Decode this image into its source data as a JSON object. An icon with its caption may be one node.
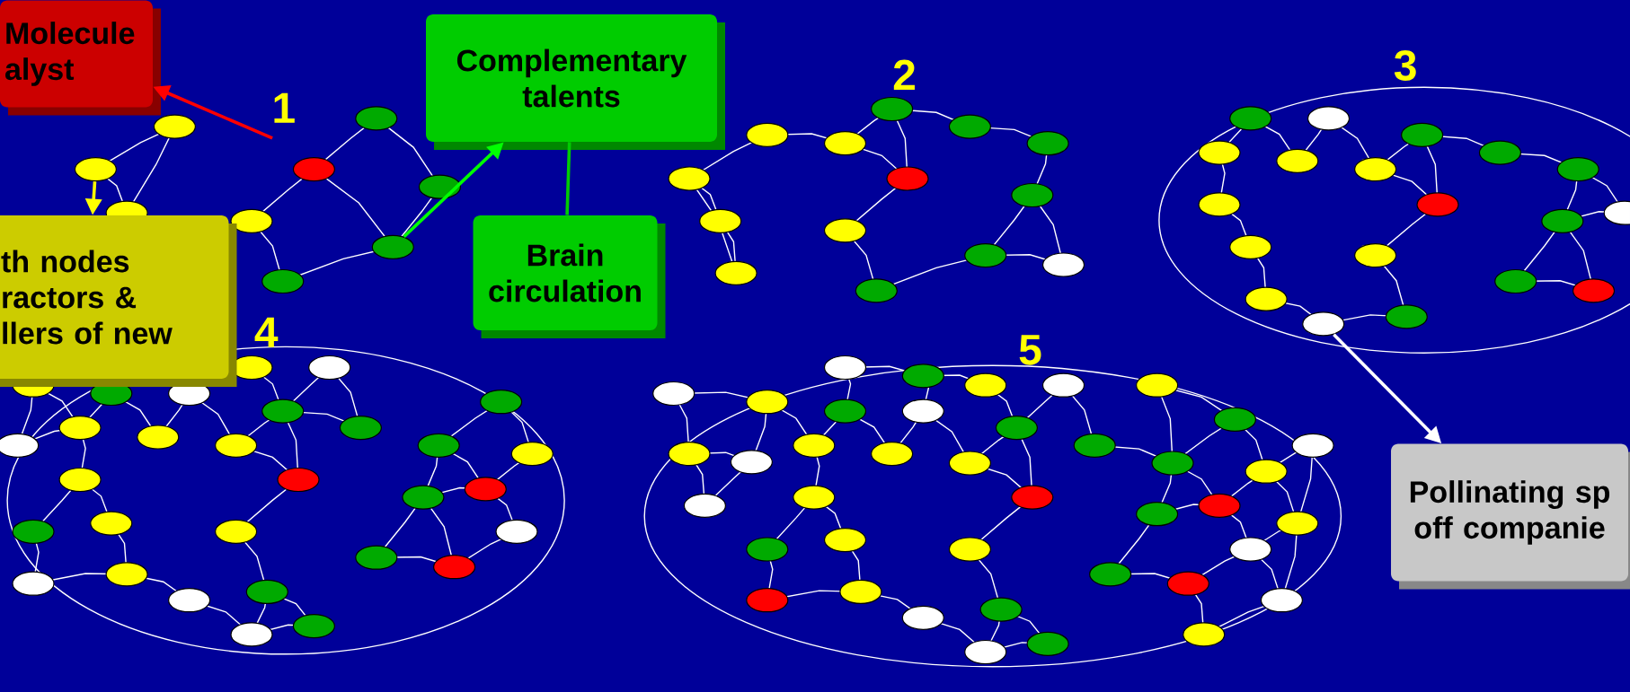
{
  "diagram": {
    "nodes": [
      {
        "text": [
          "Molecule alyst"
        ]
      },
      {
        "text": [
          "th nodes ractors & llers of new"
        ]
      },
      {
        "text": [
          "Complementary talents"
        ]
      },
      {
        "text": [
          "Brain circulation"
        ]
      },
      {
        "text": [
          "Pollinating sp off companie"
        ]
      },
      {
        "text": [],
        "shape": "ellipse"
      },
      {
        "text": [],
        "shape": "ellipse"
      },
      {
        "text": [],
        "shape": "ellipse"
      }
    ],
    "edges": [
      {
        "from": null,
        "to": 0,
        "arrow": "to",
        "color": "#ff0000"
      },
      {
        "from": 5,
        "to": 1,
        "arrow": "to",
        "color": "#ffff00"
      },
      {
        "from": 6,
        "to": 2,
        "arrow": "to",
        "color": "#00ff00"
      },
      {
        "from": 2,
        "to": 3,
        "arrow": "none",
        "color": "#00cc00"
      },
      {
        "from": 7,
        "to": 4,
        "arrow": "to",
        "color": "#ffffff"
      }
    ],
    "labels": [
      "1",
      "2",
      "3",
      "4",
      "5"
    ]
  }
}
